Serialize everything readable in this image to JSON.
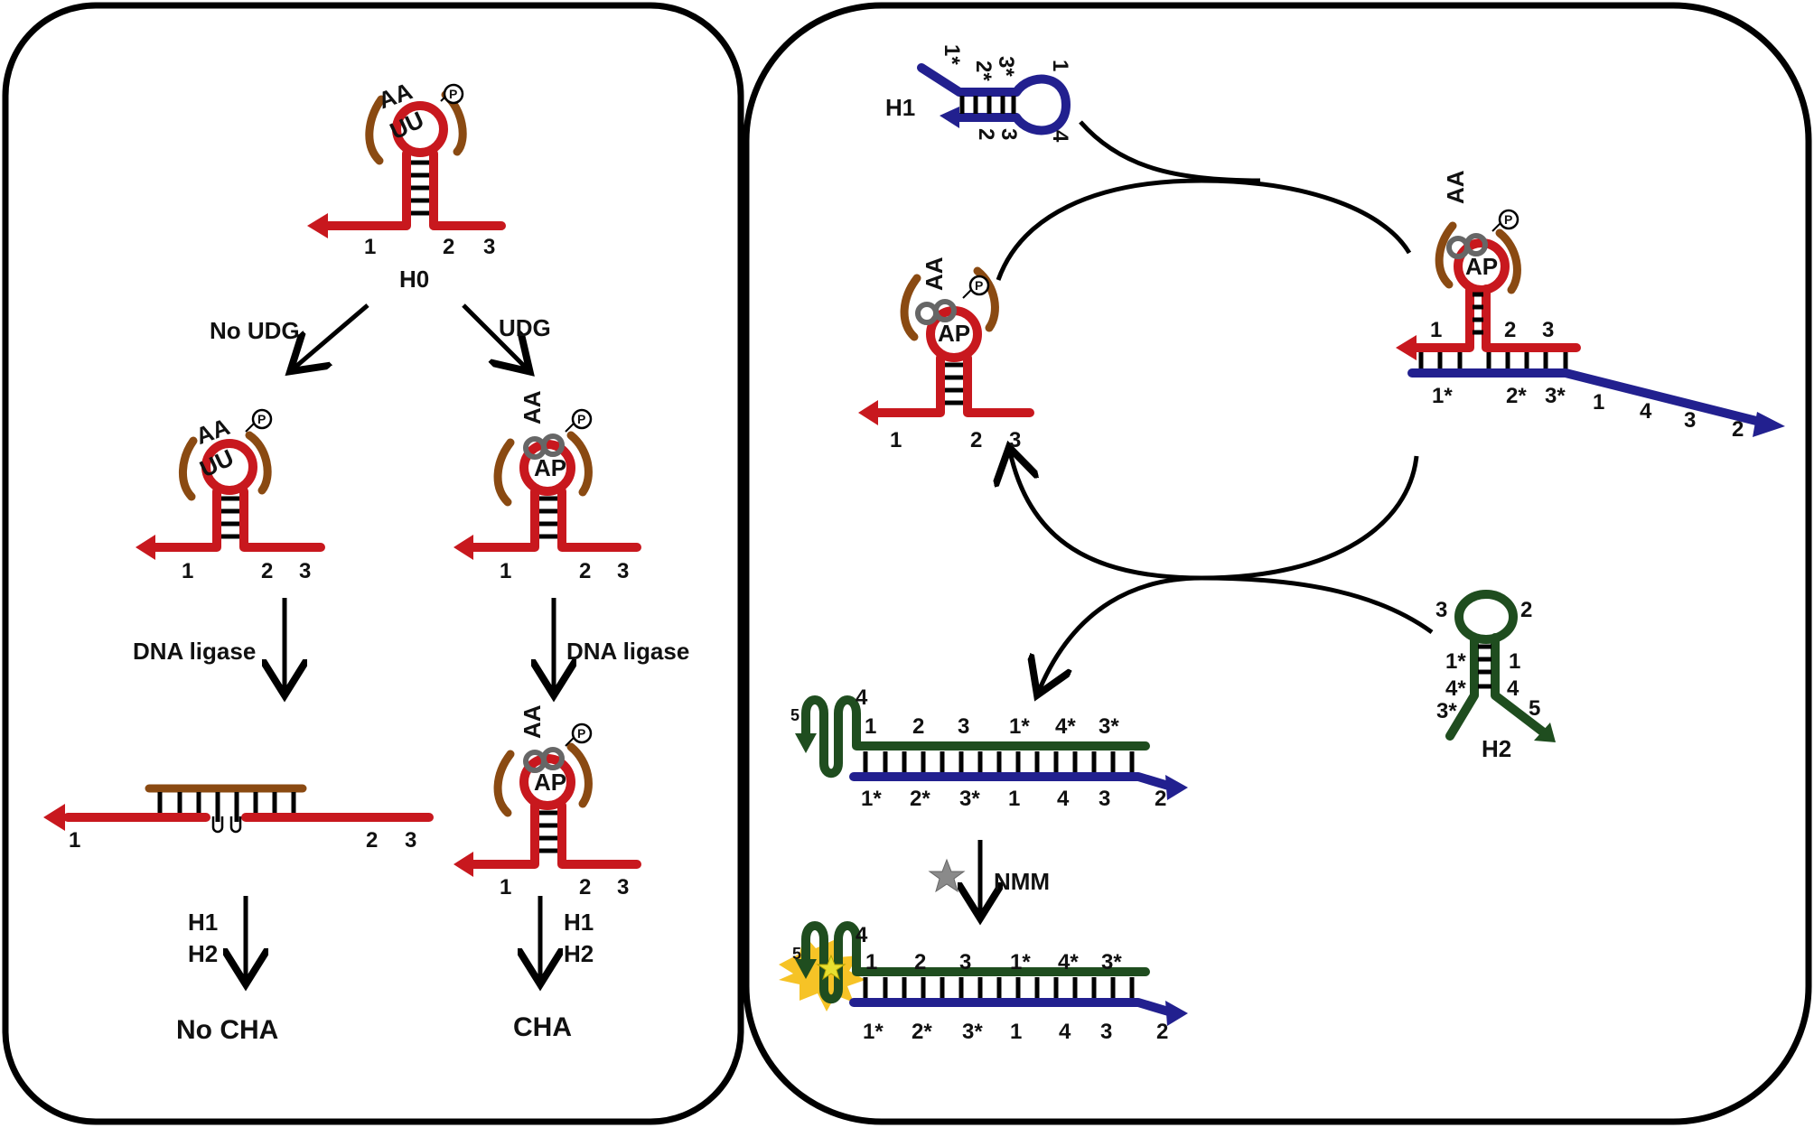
{
  "left_panel": {
    "h0": {
      "label": "H0",
      "loop_text": "UU",
      "probe_text": "AA",
      "phosphate": "P",
      "domains": [
        "1",
        "2",
        "3"
      ]
    },
    "branch_left_label": "No UDG",
    "branch_right_label": "UDG",
    "no_udg_hairpin": {
      "loop_text": "UU",
      "probe_text": "AA",
      "phosphate": "P",
      "domains": [
        "1",
        "2",
        "3"
      ]
    },
    "udg_hairpin": {
      "loop_text": "AP",
      "probe_text": "AA",
      "phosphate": "P",
      "domains": [
        "1",
        "2",
        "3"
      ]
    },
    "ligase_left_label": "DNA ligase",
    "ligase_right_label": "DNA ligase",
    "ligated_duplex": {
      "loop_text": "UU",
      "domains": [
        "1",
        "2",
        "3"
      ]
    },
    "ligase_right_hairpin": {
      "loop_text": "AP",
      "probe_text": "AA",
      "phosphate": "P",
      "domains": [
        "1",
        "2",
        "3"
      ]
    },
    "reagents_left": [
      "H1",
      "H2"
    ],
    "reagents_right": [
      "H1",
      "H2"
    ],
    "outcome_left": "No CHA",
    "outcome_right": "CHA"
  },
  "right_panel": {
    "h1": {
      "label": "H1",
      "domains_top": [
        "1*",
        "2*",
        "3*",
        "1"
      ],
      "domains_bottom": [
        "2",
        "3",
        "4"
      ]
    },
    "trigger_hairpin": {
      "loop_text": "AP",
      "probe_text": "AA",
      "phosphate": "P",
      "domains": [
        "1",
        "2",
        "3"
      ]
    },
    "complex_h0_h1": {
      "loop_text": "AP",
      "probe_text": "AA",
      "phosphate": "P",
      "top_domains": [
        "1",
        "2",
        "3"
      ],
      "bottom_domains": [
        "1*",
        "2*",
        "3*",
        "1",
        "4",
        "3",
        "2"
      ]
    },
    "h2": {
      "label": "H2",
      "domains": [
        "3",
        "2",
        "1*",
        "1",
        "4*",
        "4",
        "3*",
        "5"
      ]
    },
    "product_duplex": {
      "loop_domains": [
        "5",
        "4"
      ],
      "top_domains": [
        "1",
        "2",
        "3",
        "1*",
        "4*",
        "3*"
      ],
      "bottom_domains": [
        "1*",
        "2*",
        "3*",
        "1",
        "4",
        "3",
        "2"
      ]
    },
    "nmm_label": "NMM",
    "fluorescent_duplex": {
      "loop_domains": [
        "5",
        "4"
      ],
      "top_domains": [
        "1",
        "2",
        "3",
        "1*",
        "4*",
        "3*"
      ],
      "bottom_domains": [
        "1*",
        "2*",
        "3*",
        "1",
        "4",
        "3",
        "2"
      ]
    }
  }
}
